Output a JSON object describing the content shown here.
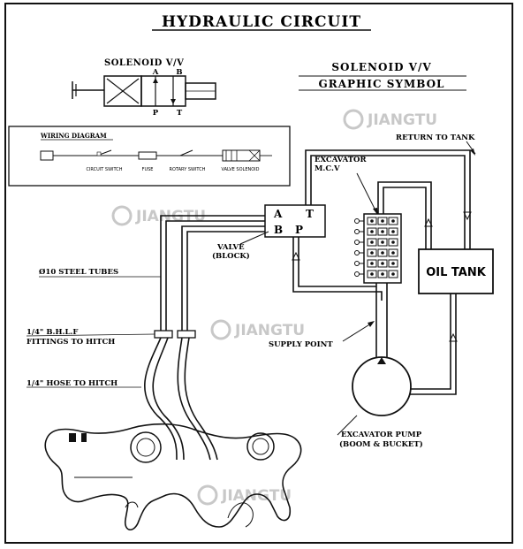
{
  "title": "HYDRAULIC CIRCUIT",
  "solenoid_label": "SOLENOID V/V",
  "graphic_symbol": {
    "line1": "SOLENOID V/V",
    "line2": "GRAPHIC SYMBOL"
  },
  "solenoid_ports": {
    "a": "A",
    "b": "B",
    "p": "P",
    "t": "T"
  },
  "wiring": {
    "title": "WIRING DIAGRAM",
    "items": [
      "CIRCUIT SWITCH",
      "FUSE",
      "ROTARY SWITCH",
      "VALVE SOLENOID"
    ]
  },
  "labels": {
    "return_to_tank": "RETURN TO TANK",
    "excavator_mcv_1": "EXCAVATOR",
    "excavator_mcv_2": "M.C.V",
    "valve_1": "VALVE",
    "valve_2": "(BLOCK)",
    "steel_tubes": "Ø10 STEEL TUBES",
    "fittings_1": "1/4\"  B.H.L.F",
    "fittings_2": "FITTINGS TO HITCH",
    "hose": "1/4\" HOSE TO HITCH",
    "supply_point": "SUPPLY POINT",
    "oil_tank": "OIL TANK",
    "pump_1": "EXCAVATOR PUMP",
    "pump_2": "(BOOM & BUCKET)"
  },
  "block_ports": {
    "a": "A",
    "t": "T",
    "b": "B",
    "p": "P"
  },
  "watermark": "JIANGTU"
}
